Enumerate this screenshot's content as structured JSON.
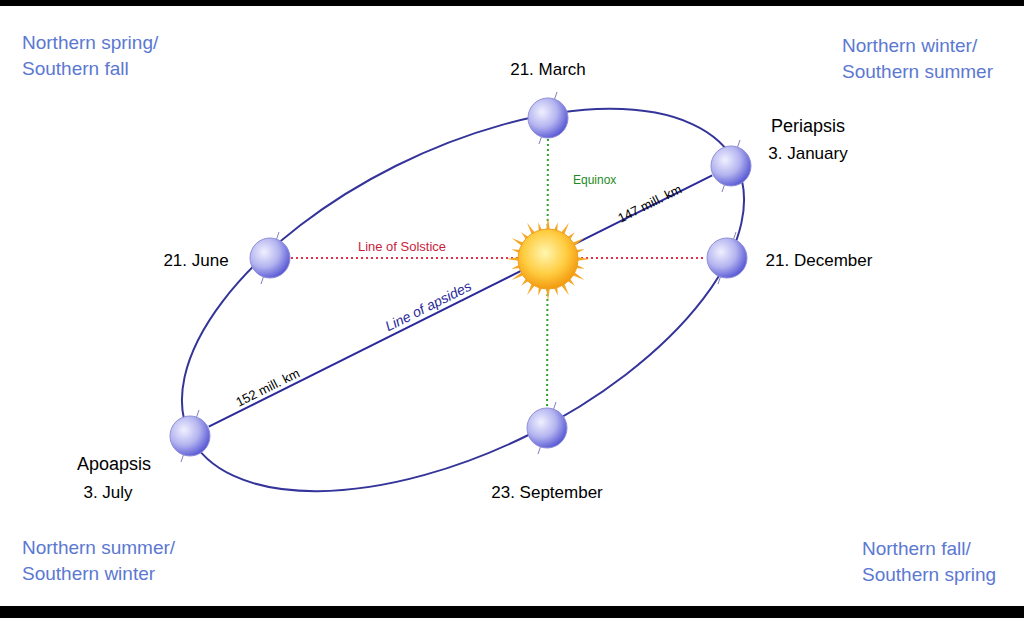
{
  "diagram": {
    "nodes": [
      {
        "text": [
          "21. March"
        ]
      },
      {
        "text": [
          "Periapsis",
          "3. January"
        ]
      },
      {
        "text": [
          "21. June"
        ]
      },
      {
        "text": [
          "21. December"
        ]
      },
      {
        "text": [
          "Apoapsis",
          "3. July"
        ]
      },
      {
        "text": [
          "23. September"
        ]
      }
    ],
    "edges": [
      {
        "from": 0,
        "to": 5,
        "arrow": "none",
        "label": "Equinox"
      },
      {
        "from": 2,
        "to": 3,
        "arrow": "none",
        "label": "Line of Solstice"
      },
      {
        "from": 4,
        "to": 1,
        "arrow": "none",
        "label": "Line of apsides"
      }
    ],
    "labels": [
      "Northern spring/ Southern fall",
      "Northern winter/ Southern summer",
      "Northern summer/ Southern winter",
      "Northern fall/ Southern spring",
      "147 mill. km",
      "152 mill. km"
    ]
  }
}
